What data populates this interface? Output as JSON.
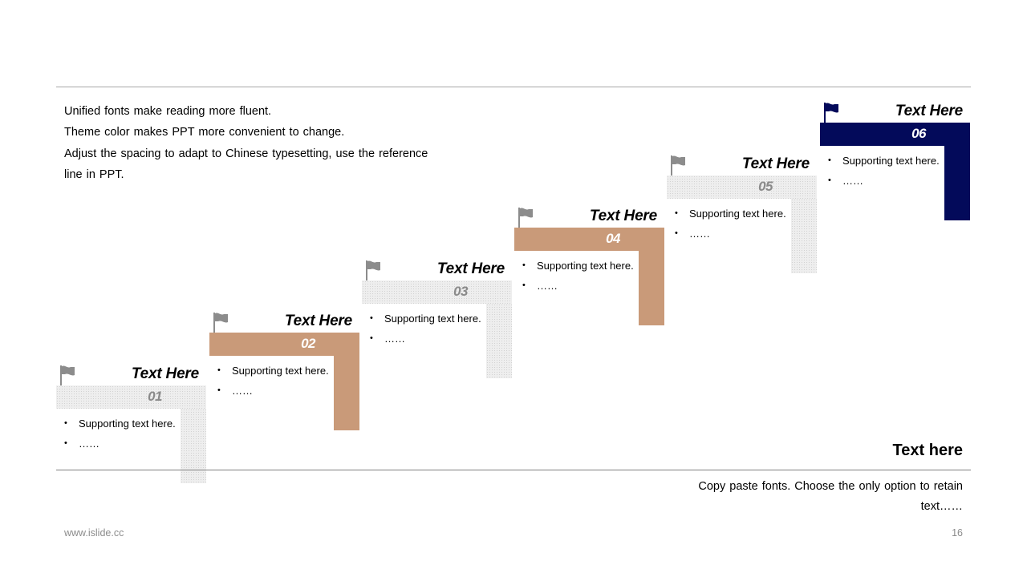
{
  "intro_lines": [
    "Unified fonts make reading more fluent.",
    "Theme color makes PPT more convenient to change.",
    "Adjust the spacing to adapt to Chinese typesetting, use the reference line in PPT."
  ],
  "steps": [
    {
      "number": "01",
      "title": "Text Here",
      "bullets": [
        "Supporting text here.",
        "……"
      ],
      "style": "grey"
    },
    {
      "number": "02",
      "title": "Text Here",
      "bullets": [
        "Supporting text here.",
        "……"
      ],
      "style": "tan"
    },
    {
      "number": "03",
      "title": "Text Here",
      "bullets": [
        "Supporting text here.",
        "……"
      ],
      "style": "grey"
    },
    {
      "number": "04",
      "title": "Text Here",
      "bullets": [
        "Supporting text here.",
        "……"
      ],
      "style": "tan"
    },
    {
      "number": "05",
      "title": "Text Here",
      "bullets": [
        "Supporting text here.",
        "……"
      ],
      "style": "grey"
    },
    {
      "number": "06",
      "title": "Text Here",
      "bullets": [
        "Supporting text here.",
        "……"
      ],
      "style": "navy"
    }
  ],
  "summary": {
    "title": "Text here",
    "text": "Copy paste fonts. Choose the only option to retain text……"
  },
  "footer": {
    "website": "www.islide.cc",
    "page_number": "16"
  },
  "colors": {
    "tan": "#c99a79",
    "navy": "#030a5a",
    "grey_pattern": "#eeeeee",
    "flag_grey": "#8c8c8c"
  },
  "icons": {
    "step_flag": "flag-icon"
  }
}
